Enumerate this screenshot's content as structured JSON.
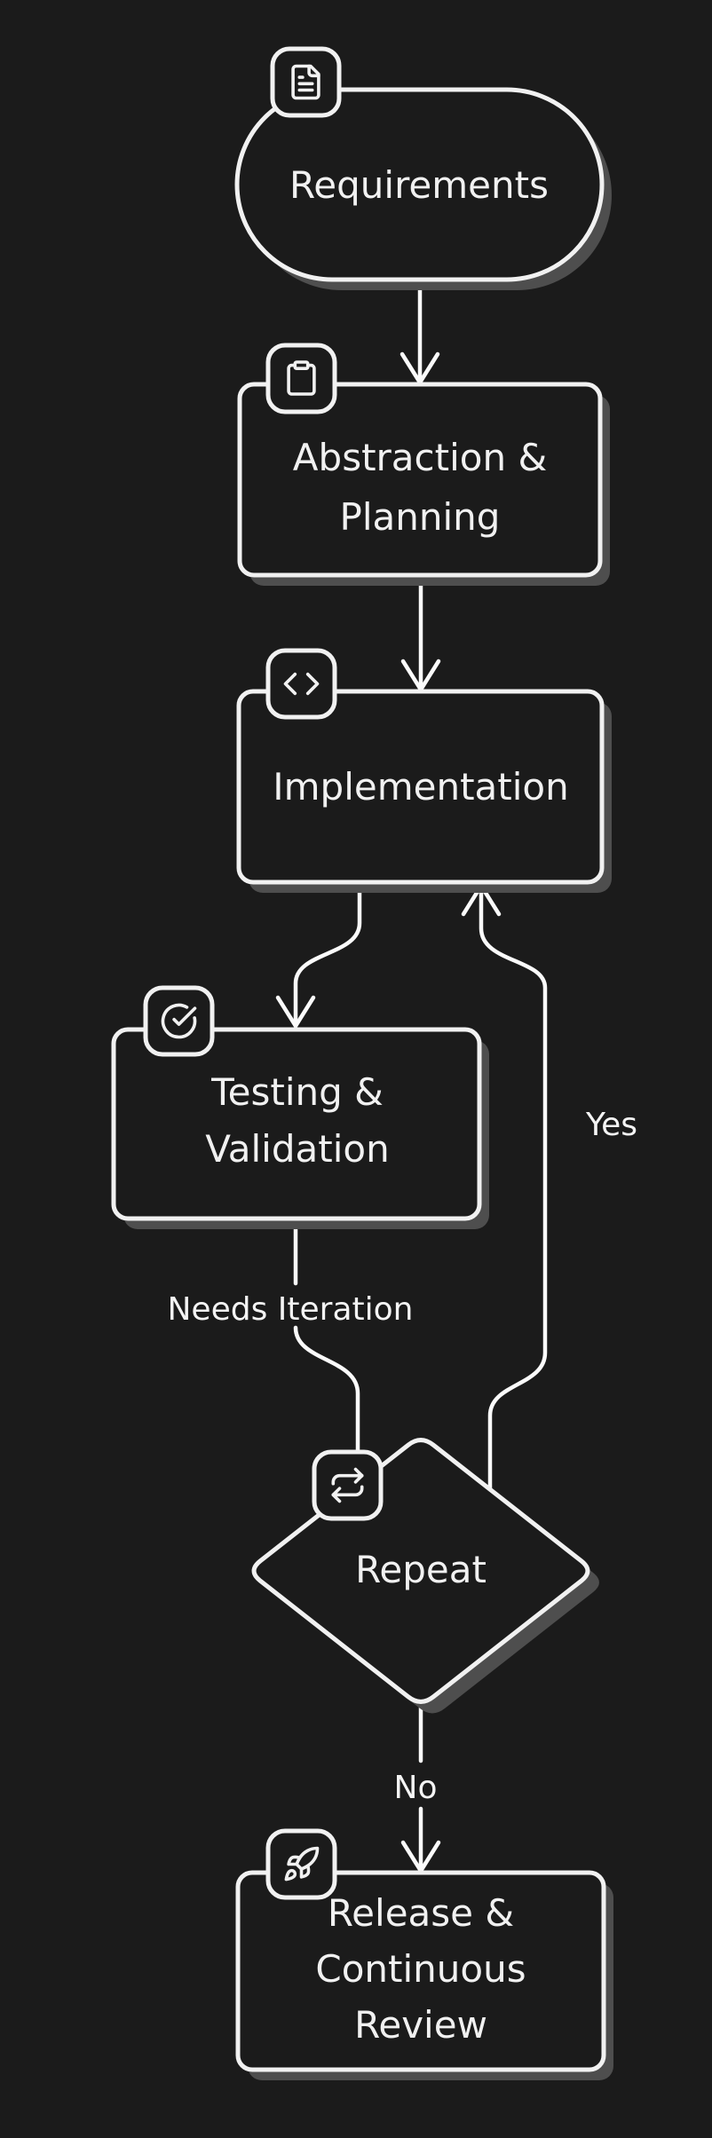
{
  "diagram": {
    "type": "flowchart",
    "direction": "top-down",
    "colors": {
      "background": "#1b1b1b",
      "node_fill": "#1b1b1b",
      "node_stroke": "#f1f1f1",
      "connector": "#fbfbfb",
      "shadow": "#4e4e4e",
      "text": "#f1f1f1"
    }
  },
  "nodes": {
    "requirements": {
      "label": "Requirements",
      "shape": "stadium",
      "icon": "file-text"
    },
    "abstraction": {
      "line1": "Abstraction &",
      "line2": "Planning",
      "shape": "rectangle",
      "icon": "clipboard"
    },
    "implementation": {
      "label": "Implementation",
      "shape": "rectangle",
      "icon": "code"
    },
    "testing": {
      "line1": "Testing &",
      "line2": "Validation",
      "shape": "rectangle",
      "icon": "check-circle"
    },
    "repeat": {
      "label": "Repeat",
      "shape": "diamond",
      "icon": "repeat"
    },
    "release": {
      "line1": "Release &",
      "line2": "Continuous",
      "line3": "Review",
      "shape": "rectangle",
      "icon": "rocket"
    }
  },
  "edges": [
    {
      "from": "requirements",
      "to": "abstraction",
      "label": ""
    },
    {
      "from": "abstraction",
      "to": "implementation",
      "label": ""
    },
    {
      "from": "implementation",
      "to": "testing",
      "label": ""
    },
    {
      "from": "testing",
      "to": "repeat",
      "label": "Needs Iteration"
    },
    {
      "from": "repeat",
      "to": "implementation",
      "label": "Yes"
    },
    {
      "from": "repeat",
      "to": "release",
      "label": "No"
    }
  ]
}
